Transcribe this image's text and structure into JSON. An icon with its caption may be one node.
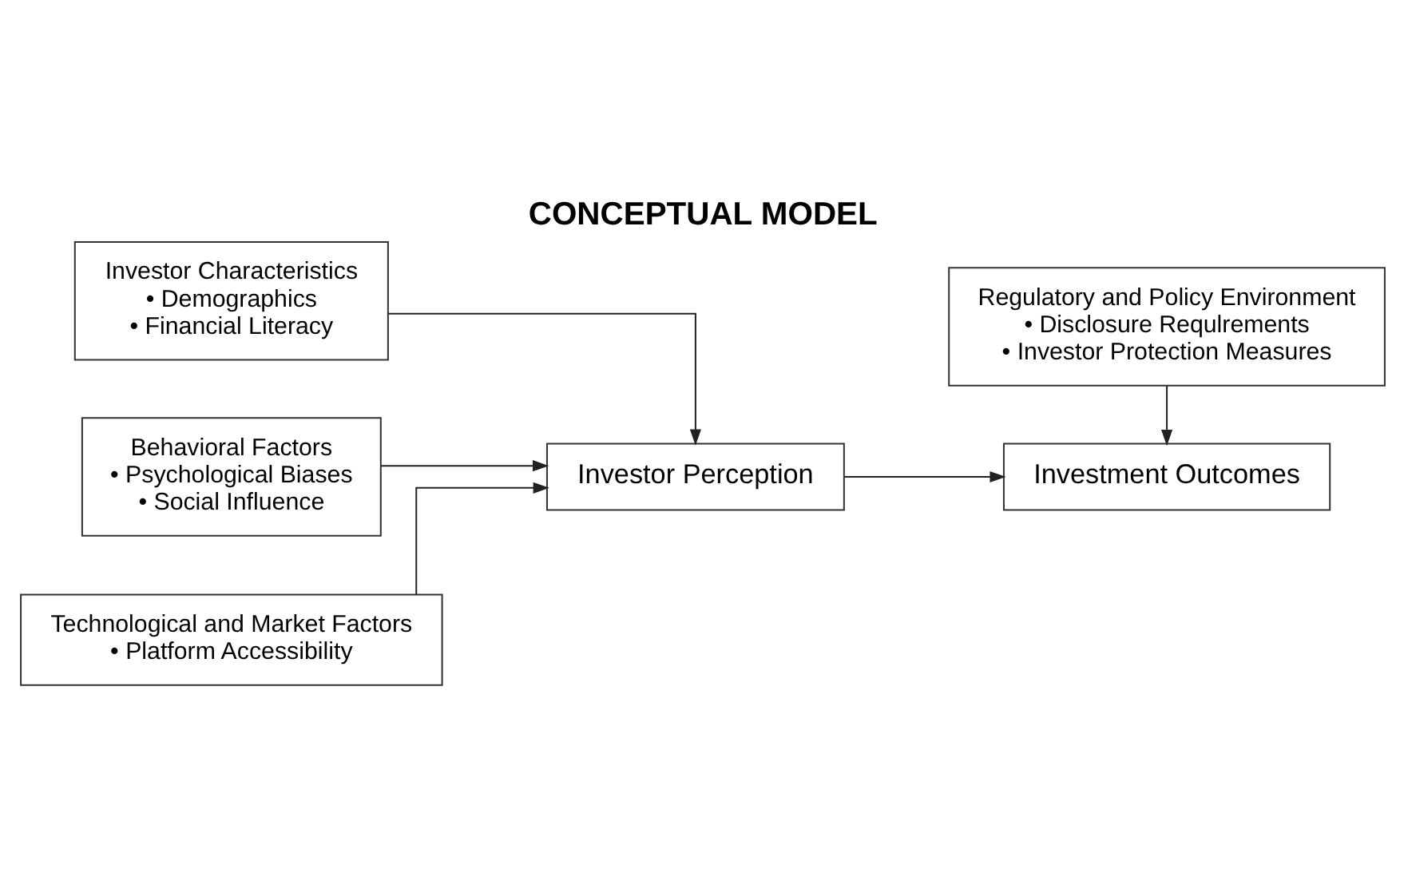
{
  "diagram": {
    "title": "CONCEPTUAL MODEL",
    "nodes": [
      {
        "text": [
          "Investor Characteristics",
          "• Demographics",
          "• Financial Literacy"
        ]
      },
      {
        "text": [
          "Behavioral Factors",
          "• Psychological Biases",
          "• Social Influence"
        ]
      },
      {
        "text": [
          "Technological and Market Factors",
          "• Platform Accessibility"
        ]
      },
      {
        "text": [
          "Investor Perception"
        ]
      },
      {
        "text": [
          "Regulatory and Policy Environment",
          "• Disclosure Requlrements",
          "• Investor Protection Measures"
        ]
      },
      {
        "text": [
          "Investment Outcomes"
        ]
      }
    ],
    "edges": [
      {
        "from": 0,
        "to": 3,
        "arrow": "to"
      },
      {
        "from": 1,
        "to": 3,
        "arrow": "to"
      },
      {
        "from": 2,
        "to": 3,
        "arrow": "to"
      },
      {
        "from": 3,
        "to": 5,
        "arrow": "to"
      },
      {
        "from": 4,
        "to": 5,
        "arrow": "to"
      }
    ]
  }
}
